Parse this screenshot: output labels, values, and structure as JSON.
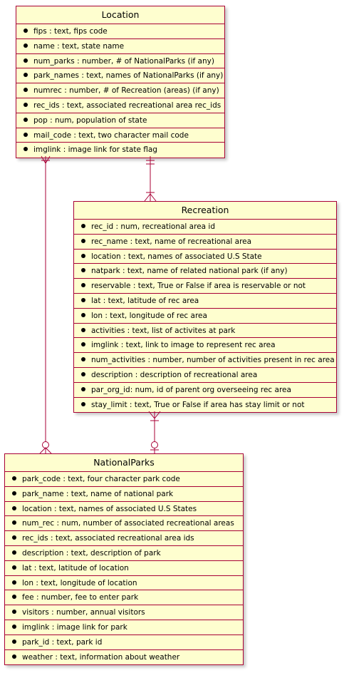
{
  "entities": {
    "location": {
      "title": "Location",
      "attributes": [
        "fips : text, fips code",
        "name : text, state name",
        "num_parks : number, # of NationalParks (if any)",
        "park_names : text, names of NationalParks (if any)",
        "numrec : number, # of Recreation (areas) (if any)",
        "rec_ids : text, associated recreational area rec_ids",
        "pop  : num, population of state",
        "mail_code : text, two character mail code",
        "imglink : image link for state flag"
      ]
    },
    "recreation": {
      "title": "Recreation",
      "attributes": [
        "rec_id : num, recreational area id",
        "rec_name : text, name of recreational area",
        "location : text, names of associated U.S State",
        "natpark : text, name of related national park (if any)",
        "reservable : text, True or False if area is reservable or not",
        "lat : text, latitude of rec area",
        "lon  : text, longitude of rec area",
        "activities : text, list of activites at park",
        "imglink : text, link to image to represent rec area",
        "num_activities : number, number of activities present in rec area",
        "description : description of recreational area",
        "par_org_id: num, id of parent org overseeing rec area",
        "stay_limit : text, True or False if area has stay limit or not"
      ]
    },
    "nationalparks": {
      "title": "NationalParks",
      "attributes": [
        "park_code : text, four character park code",
        "park_name : text, name of national park",
        "location : text, names of associated U.S States",
        "num_rec : num, number of associated recreational areas",
        "rec_ids : text, associated recreational area ids",
        "description : text, description of park",
        "lat  : text, latitude of location",
        "lon : text, longitude of location",
        "fee  : number, fee to enter park",
        "visitors : number, annual visitors",
        "imglink : image link for park",
        "park_id : text, park id",
        "weather : text, information about weather"
      ]
    }
  },
  "colors": {
    "border": "#a80036",
    "fill": "#fefecf",
    "text": "#000000"
  }
}
